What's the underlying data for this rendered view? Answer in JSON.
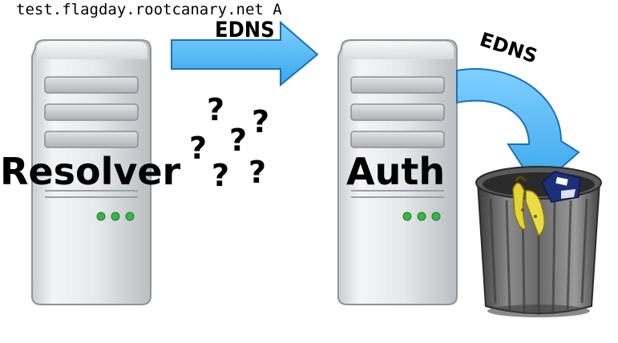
{
  "query": "test.flagday.rootcanary.net A",
  "arrow1_label": "EDNS",
  "arrow2_label": "EDNS",
  "resolver_label": "Resolver",
  "auth_label": "Auth",
  "question_marks": [
    "?",
    "?",
    "?",
    "?",
    "?",
    "?"
  ],
  "colors": {
    "arrow_fill": "#5bbcf5",
    "arrow_stroke": "#1a6fb8",
    "server_body": "#e8eaeb",
    "led": "#39b54a",
    "text": "#000000"
  },
  "icons": [
    "server-icon",
    "server-icon",
    "trash-can-icon",
    "banana-peel-icon",
    "milk-carton-icon"
  ]
}
